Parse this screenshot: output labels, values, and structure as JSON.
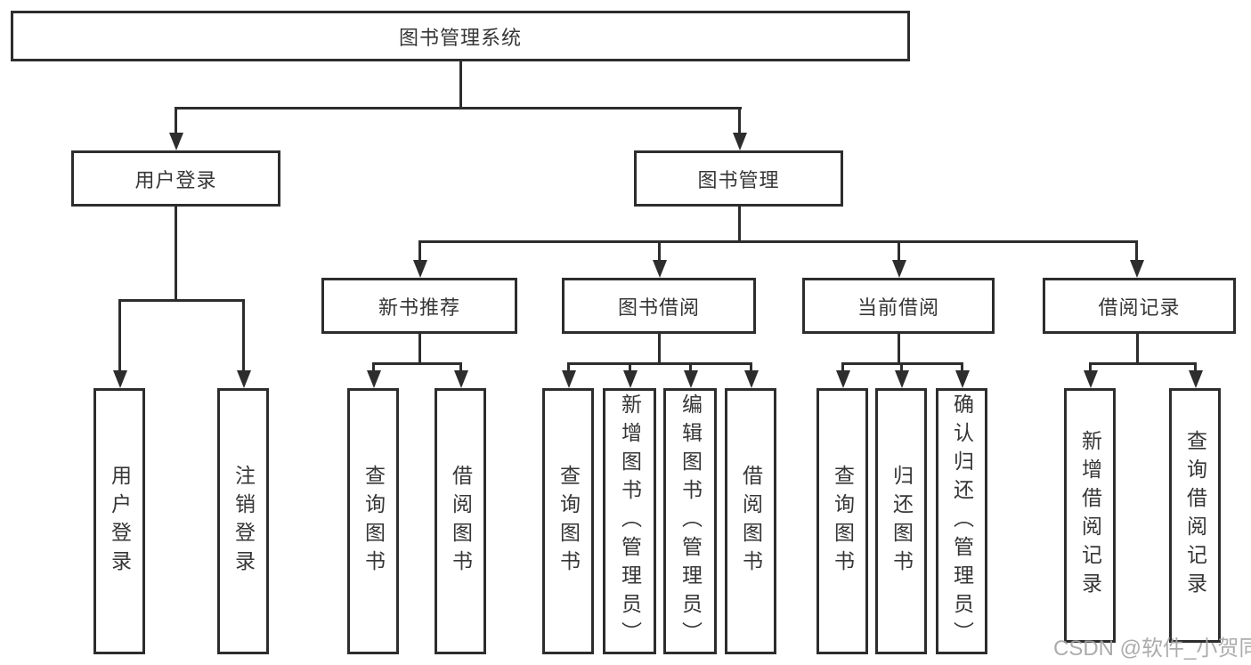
{
  "tree": {
    "root": "图书管理系统",
    "children": [
      {
        "label": "用户登录",
        "leaves": [
          "用户登录",
          "注销登录"
        ]
      },
      {
        "label": "图书管理",
        "children": [
          {
            "label": "新书推荐",
            "leaves": [
              "查询图书",
              "借阅图书"
            ]
          },
          {
            "label": "图书借阅",
            "leaves": [
              "查询图书",
              "新增图书（管理员）",
              "编辑图书（管理员）",
              "借阅图书"
            ]
          },
          {
            "label": "当前借阅",
            "leaves": [
              "查询图书",
              "归还图书",
              "确认归还（管理员）"
            ]
          },
          {
            "label": "借阅记录",
            "leaves": [
              "新增借阅记录",
              "查询借阅记录"
            ]
          }
        ]
      }
    ]
  },
  "watermark": {
    "text": "CSDN @软件_小贺同学"
  },
  "colors": {
    "line": "#2d2d2d",
    "text": "#363636",
    "watermark": "#a3a3a3",
    "background": "#ffffff"
  }
}
